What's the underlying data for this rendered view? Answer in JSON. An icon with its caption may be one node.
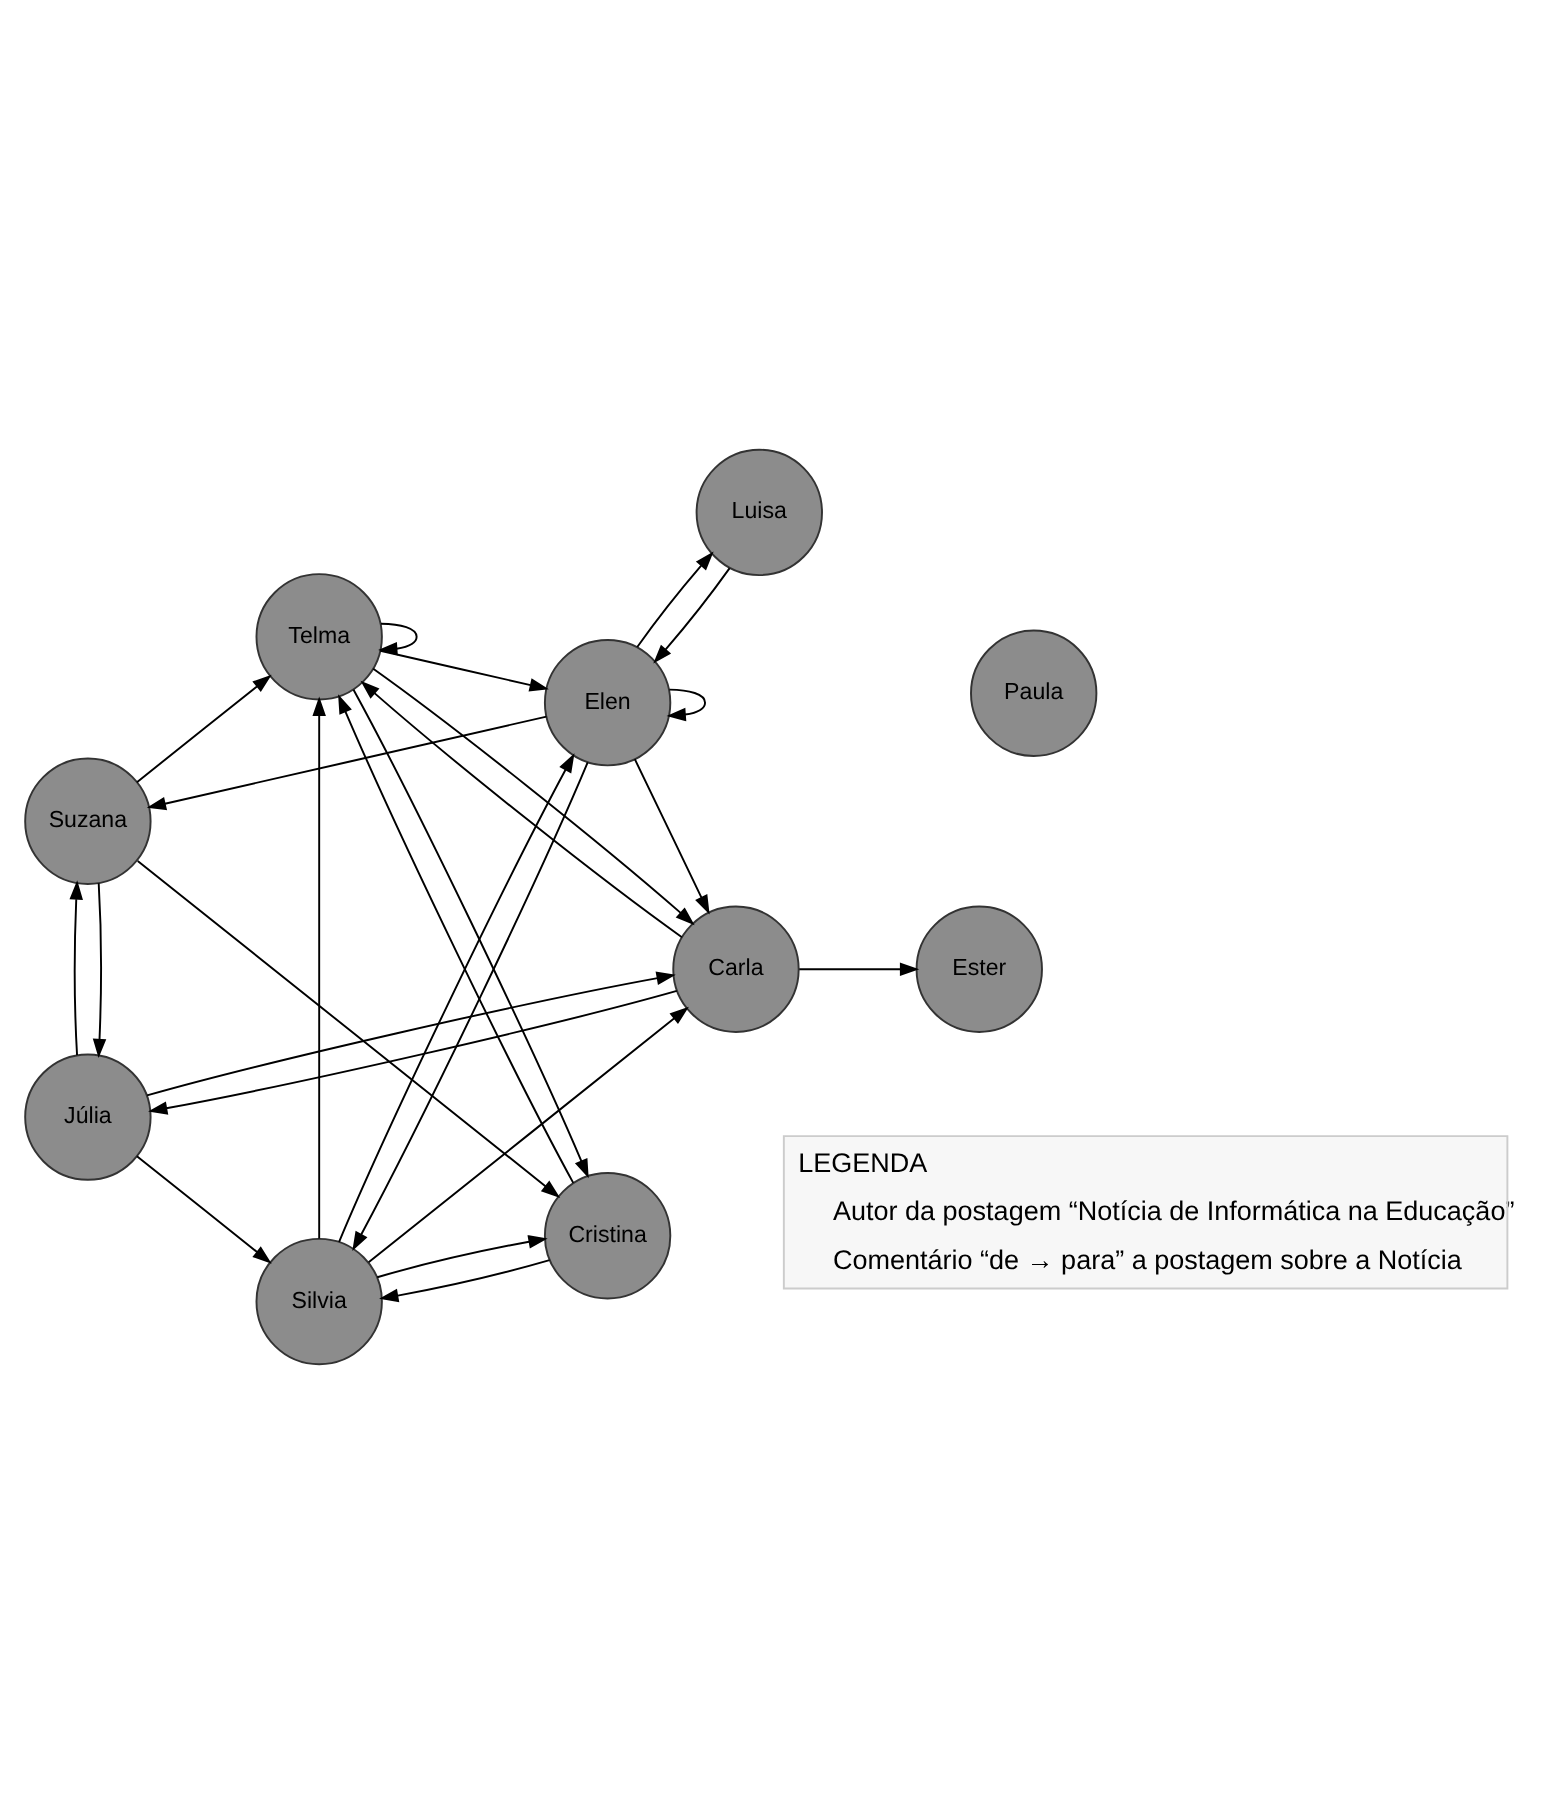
{
  "diagram": {
    "nodes": [
      {
        "text": [
          "Telma"
        ]
      },
      {
        "text": [
          "Elen"
        ]
      },
      {
        "text": [
          "Carla"
        ]
      },
      {
        "text": [
          "Silvia"
        ]
      },
      {
        "text": [
          "Júlia"
        ]
      },
      {
        "text": [
          "Cristina"
        ]
      },
      {
        "text": [
          "Suzana"
        ]
      },
      {
        "text": [
          "Ester"
        ]
      },
      {
        "text": [
          "Luisa"
        ]
      },
      {
        "text": [
          "Paula"
        ]
      }
    ],
    "edges": [
      {
        "from": 0,
        "to": 0,
        "arrow": "to"
      },
      {
        "from": 1,
        "to": 1,
        "arrow": "to"
      },
      {
        "from": 0,
        "to": 1,
        "arrow": "to"
      },
      {
        "from": 0,
        "to": 2,
        "arrow": "to"
      },
      {
        "from": 2,
        "to": 0,
        "arrow": "to"
      },
      {
        "from": 1,
        "to": 2,
        "arrow": "to"
      },
      {
        "from": 3,
        "to": 2,
        "arrow": "to"
      },
      {
        "from": 3,
        "to": 0,
        "arrow": "to"
      },
      {
        "from": 5,
        "to": 0,
        "arrow": "to"
      },
      {
        "from": 0,
        "to": 5,
        "arrow": "to"
      },
      {
        "from": 6,
        "to": 0,
        "arrow": "to"
      },
      {
        "from": 1,
        "to": 3,
        "arrow": "to"
      },
      {
        "from": 3,
        "to": 1,
        "arrow": "to"
      },
      {
        "from": 1,
        "to": 8,
        "arrow": "to"
      },
      {
        "from": 8,
        "to": 1,
        "arrow": "to"
      },
      {
        "from": 1,
        "to": 6,
        "arrow": "to"
      },
      {
        "from": 2,
        "to": 7,
        "arrow": "to"
      },
      {
        "from": 2,
        "to": 4,
        "arrow": "to"
      },
      {
        "from": 4,
        "to": 2,
        "arrow": "to"
      },
      {
        "from": 4,
        "to": 3,
        "arrow": "to"
      },
      {
        "from": 4,
        "to": 6,
        "arrow": "to"
      },
      {
        "from": 6,
        "to": 4,
        "arrow": "to"
      },
      {
        "from": 3,
        "to": 5,
        "arrow": "to"
      },
      {
        "from": 5,
        "to": 3,
        "arrow": "to"
      },
      {
        "from": 6,
        "to": 5,
        "arrow": "to"
      }
    ],
    "labels": [
      "LEGENDA"
    ],
    "legend": [
      {
        "text": "Autor da postagem “Notícia de Informática na Educação”"
      },
      {
        "text": "Comentário “de → para” a postagem sobre a Notícia"
      }
    ]
  }
}
